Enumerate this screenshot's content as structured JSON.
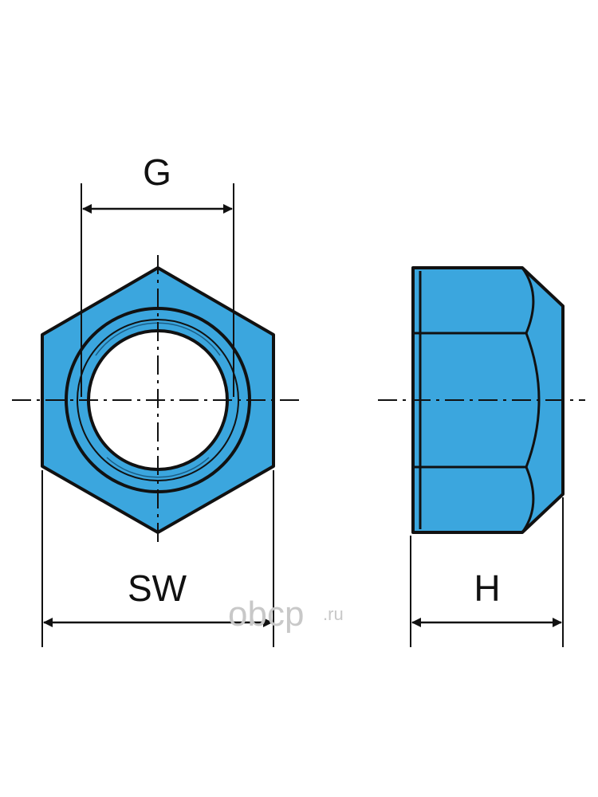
{
  "labels": {
    "thread_diameter": "G",
    "wrench_size": "SW",
    "height": "H"
  },
  "watermark": {
    "brand": "obcp",
    "suffix": ".ru"
  },
  "colors": {
    "fill": "#3ba6de",
    "stroke": "#111111",
    "background": "#ffffff"
  }
}
